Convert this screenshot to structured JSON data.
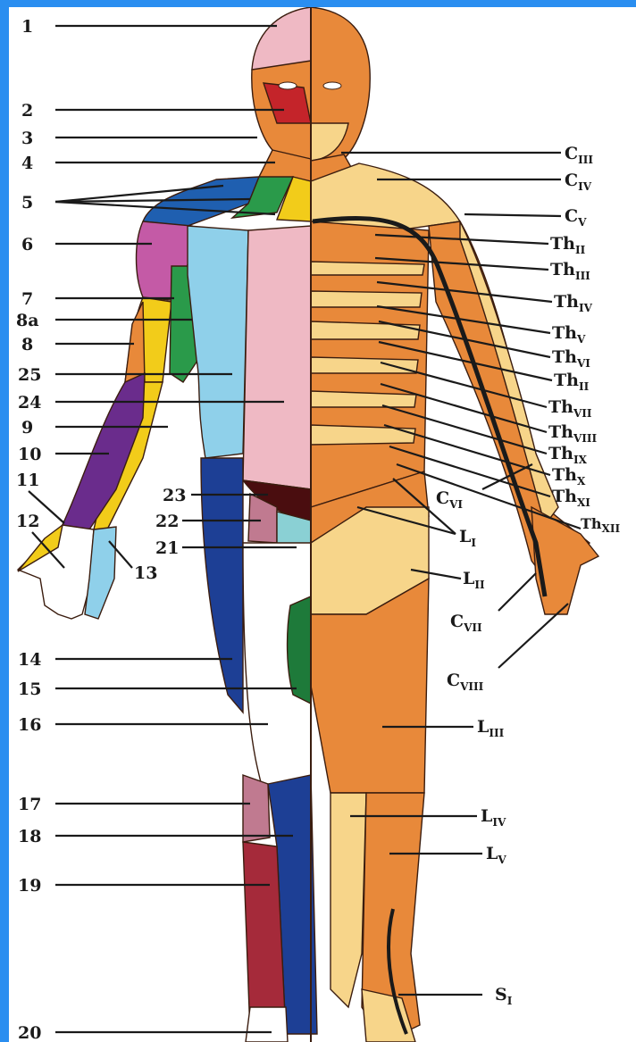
{
  "colors": {
    "frame": "#2a8ef0",
    "skin": "#e8893a",
    "skin_light": "#f7d58a",
    "blue": "#1f5fb0",
    "green": "#2a9a4a",
    "yellow": "#f2cc1a",
    "purple": "#6a2c8c",
    "magenta": "#c45aa6",
    "light_blue": "#8fd0ea",
    "pink": "#efb9c4",
    "dark_green": "#1e7a3a",
    "dark_red": "#a52a3a",
    "dark_blue": "#1d3f95",
    "teal": "#8ad0d4"
  },
  "left_labels": [
    "1",
    "2",
    "3",
    "4",
    "5",
    "6",
    "7",
    "8a",
    "8",
    "25",
    "24",
    "9",
    "10",
    "11",
    "12",
    "13",
    "23",
    "22",
    "21",
    "14",
    "15",
    "16",
    "17",
    "18",
    "19",
    "20"
  ],
  "right_labels": [
    {
      "main": "C",
      "sub": "III"
    },
    {
      "main": "C",
      "sub": "IV"
    },
    {
      "main": "C",
      "sub": "V"
    },
    {
      "main": "Th",
      "sub": "II"
    },
    {
      "main": "Th",
      "sub": "III"
    },
    {
      "main": "Th",
      "sub": "IV"
    },
    {
      "main": "Th",
      "sub": "V"
    },
    {
      "main": "Th",
      "sub": "VI"
    },
    {
      "main": "Th",
      "sub": "II"
    },
    {
      "main": "Th",
      "sub": "VII"
    },
    {
      "main": "Th",
      "sub": "VIII"
    },
    {
      "main": "Th",
      "sub": "IX"
    },
    {
      "main": "Th",
      "sub": "X"
    },
    {
      "main": "C",
      "sub": "VI"
    },
    {
      "main": "Th",
      "sub": "XI"
    },
    {
      "main": "Th",
      "sub": "XII"
    },
    {
      "main": "L",
      "sub": "I"
    },
    {
      "main": "L",
      "sub": "II"
    },
    {
      "main": "C",
      "sub": "VII"
    },
    {
      "main": "C",
      "sub": "VIII"
    },
    {
      "main": "L",
      "sub": "III"
    },
    {
      "main": "L",
      "sub": "IV"
    },
    {
      "main": "L",
      "sub": "V"
    },
    {
      "main": "S",
      "sub": "I"
    }
  ]
}
